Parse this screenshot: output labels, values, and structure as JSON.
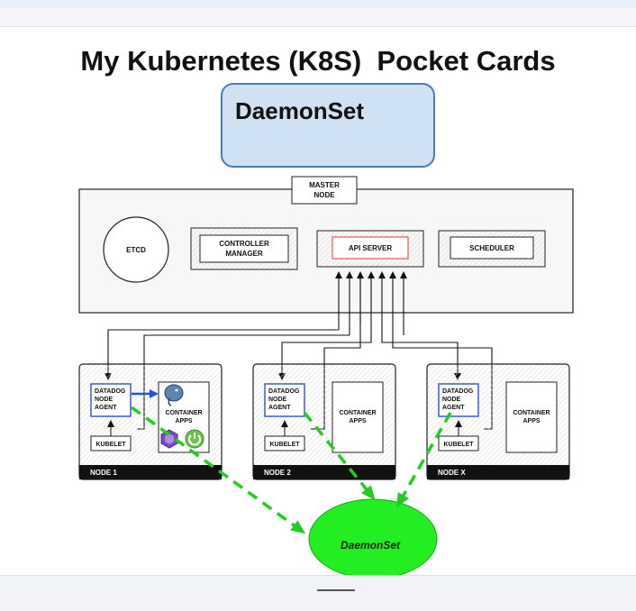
{
  "title": "My Kubernetes (K8S)  Pocket Cards",
  "header_box": {
    "label": "DaemonSet"
  },
  "master": {
    "tab_line1": "MASTER",
    "tab_line2": "NODE",
    "etcd": "ETCD",
    "controller_line1": "CONTROLLER",
    "controller_line2": "MANAGER",
    "api_server": "API SERVER",
    "scheduler": "SCHEDULER"
  },
  "nodes": [
    {
      "name": "NODE 1",
      "agent": [
        "DATADOG",
        "NODE",
        "AGENT"
      ],
      "apps": [
        "CONTAINER",
        "APPS"
      ],
      "kubelet": "KUBELET"
    },
    {
      "name": "NODE 2",
      "agent": [
        "DATADOG",
        "NODE",
        "AGENT"
      ],
      "apps": [
        "CONTAINER",
        "APPS"
      ],
      "kubelet": "KUBELET"
    },
    {
      "name": "NODE X",
      "agent": [
        "DATADOG",
        "NODE",
        "AGENT"
      ],
      "apps": [
        "CONTAINER",
        "APPS"
      ],
      "kubelet": "KUBELET"
    }
  ],
  "daemonset_ellipse": {
    "label": "DaemonSet"
  },
  "colors": {
    "ellipse_fill": "#22ee22",
    "dashed_arrow": "#22cc22",
    "agent_border": "#3b5bd6",
    "api_border": "#e05a4a",
    "header_fill": "#cfe1f3"
  },
  "icons": [
    "postgres-elephant-icon",
    "hexagon-app-icon",
    "power-app-icon"
  ]
}
